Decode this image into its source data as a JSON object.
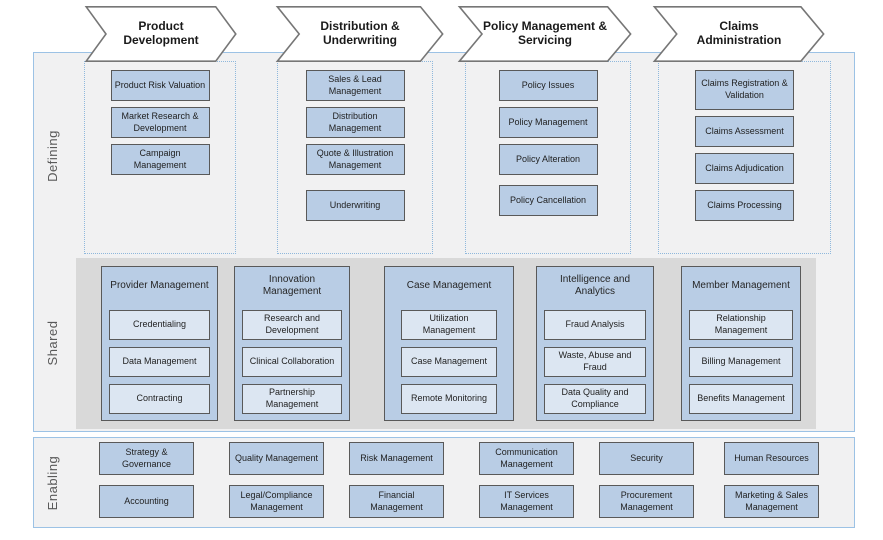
{
  "bands": {
    "defining": {
      "label": "Defining"
    },
    "shared": {
      "label": "Shared"
    },
    "enabling": {
      "label": "Enabling"
    }
  },
  "columns": [
    {
      "arrow": "Product Development",
      "boxes": [
        "Product Risk Valuation",
        "Market Research & Development",
        "Campaign Management"
      ]
    },
    {
      "arrow": "Distribution & Underwriting",
      "boxes": [
        "Sales & Lead Management",
        "Distribution Management",
        "Quote & Illustration Management",
        "Underwriting"
      ]
    },
    {
      "arrow": "Policy Management & Servicing",
      "boxes": [
        "Policy Issues",
        "Policy Management",
        "Policy Alteration",
        "Policy Cancellation"
      ]
    },
    {
      "arrow": "Claims Administration",
      "boxes": [
        "Claims Registration & Validation",
        "Claims Assessment",
        "Claims Adjudication",
        "Claims Processing"
      ]
    }
  ],
  "shared_groups": [
    {
      "title": "Provider Management",
      "boxes": [
        "Credentialing",
        "Data Management",
        "Contracting"
      ]
    },
    {
      "title": "Innovation Management",
      "boxes": [
        "Research and Development",
        "Clinical Collaboration",
        "Partnership Management"
      ]
    },
    {
      "title": "Case Management",
      "boxes": [
        "Utilization Management",
        "Case Management",
        "Remote Monitoring"
      ]
    },
    {
      "title": "Intelligence and Analytics",
      "boxes": [
        "Fraud Analysis",
        "Waste, Abuse and Fraud",
        "Data Quality and Compliance"
      ]
    },
    {
      "title": "Member Management",
      "boxes": [
        "Relationship Management",
        "Billing Management",
        "Benefits Management"
      ]
    }
  ],
  "enabling_rows": [
    [
      "Strategy & Governance",
      "Quality Management",
      "Risk Management",
      "Communication Management",
      "Security",
      "Human Resources"
    ],
    [
      "Accounting",
      "Legal/Compliance Management",
      "Financial Management",
      "IT Services Management",
      "Procurement Management",
      "Marketing & Sales Management"
    ]
  ],
  "colors": {
    "band_fill": "#f1f1f2",
    "band_border": "#9cc2e5",
    "shared_strip_fill": "#d9d9d9",
    "capability_fill": "#b9cde5",
    "capability_border": "#595959",
    "sub_capability_fill": "#dce6f2",
    "column_border": "#8fb8dc",
    "arrow_fill": "#ffffff",
    "arrow_border": "#767676",
    "label_color": "#595959",
    "text_color": "#1f1f1f"
  }
}
